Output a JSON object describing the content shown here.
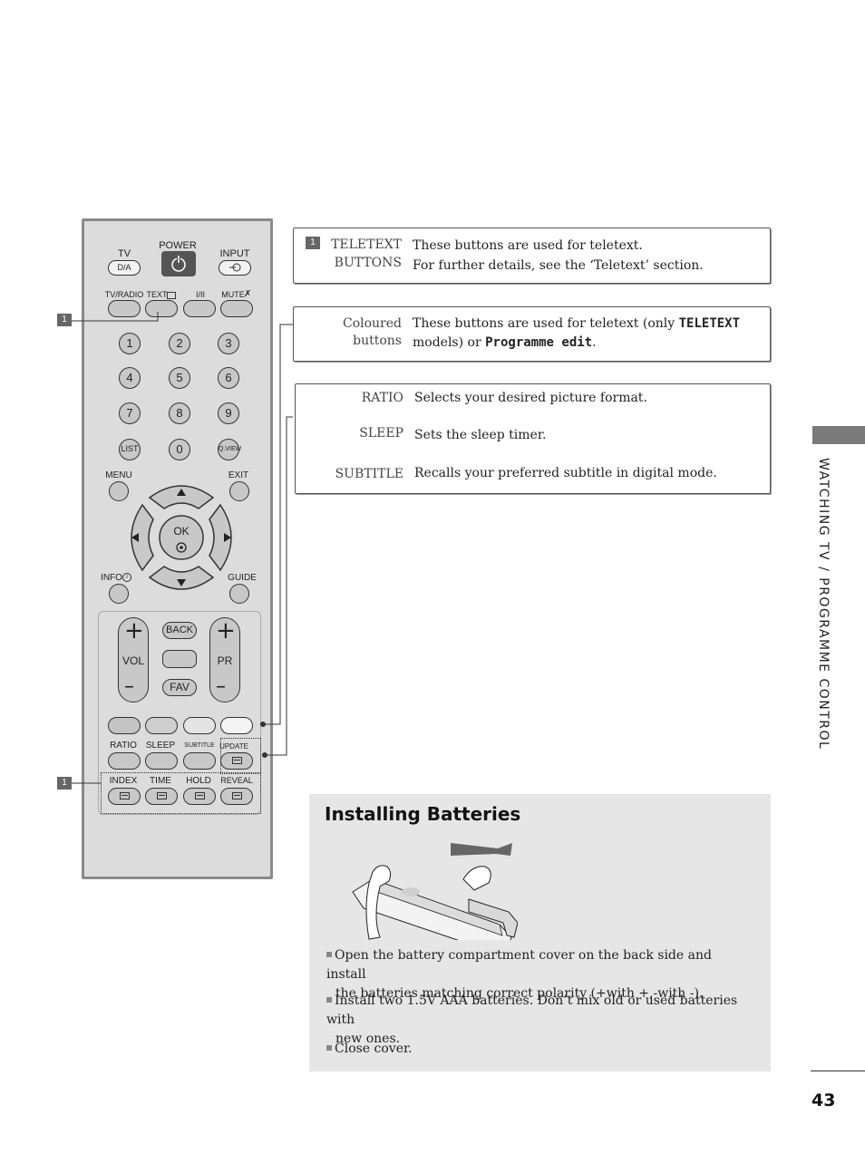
{
  "remote": {
    "tv_label": "TV",
    "tv_btn": "D/A",
    "power_label": "POWER",
    "input_label": "INPUT",
    "tvradio_label": "TV/RADIO",
    "text_label": "TEXT",
    "i_ii_label": "I/II",
    "mute_label": "MUTE",
    "digits": [
      "1",
      "2",
      "3",
      "4",
      "5",
      "6",
      "7",
      "8",
      "9"
    ],
    "list_label": "LIST",
    "zero_label": "0",
    "qview_label": "Q.VIEW",
    "menu_label": "MENU",
    "exit_label": "EXIT",
    "ok_label": "OK",
    "info_label": "INFO",
    "guide_label": "GUIDE",
    "back_label": "BACK",
    "vol_label": "VOL",
    "pr_label": "PR",
    "fav_label": "FAV",
    "plus": "+",
    "minus": "–",
    "ratio_label": "RATIO",
    "sleep_label": "SLEEP",
    "subtitle_label": "SUBTITLE",
    "update_label": "UPDATE",
    "index_label": "INDEX",
    "time_label": "TIME",
    "hold_label": "HOLD",
    "reveal_label": "REVEAL",
    "callout_1": "1",
    "callout_2": "1",
    "colors": {
      "red": "#c4c4c4",
      "green": "#cfcfcf",
      "yellow": "#e4e4e4",
      "blue": "#f4f4f4"
    }
  },
  "teletext_box": {
    "num": "1",
    "label_line1": "TELETEXT",
    "label_line2": "BUTTONS",
    "line1": "These buttons are used for teletext.",
    "line2": "For further details, see the ‘Teletext’ section."
  },
  "coloured_box": {
    "label_line1": "Coloured",
    "label_line2": "buttons",
    "line1_prefix": "These buttons are used for teletext (only ",
    "line1_mono": "TELETEXT",
    "line2_prefix": "models) or ",
    "line2_mono": "Programme edit",
    "line2_suffix": "."
  },
  "functions_box": {
    "rows": [
      {
        "label": "RATIO",
        "text": "Selects your desired picture format."
      },
      {
        "label": "SLEEP",
        "text": "Sets the sleep timer."
      },
      {
        "label": "SUBTITLE",
        "text": "Recalls your preferred subtitle in digital mode."
      }
    ]
  },
  "batteries": {
    "title": "Installing Batteries",
    "b1_line1": "Open the battery compartment cover on the back side and install",
    "b1_line2": "the batteries matching correct polarity (+with +,-with -).",
    "b2_line1": "Install two 1.5V AAA batteries. Don’t mix old or used batteries with",
    "b2_line2": "new ones.",
    "b3_line1": "Close cover."
  },
  "side_title": "WATCHING TV / PROGRAMME CONTROL",
  "page_number": "43"
}
